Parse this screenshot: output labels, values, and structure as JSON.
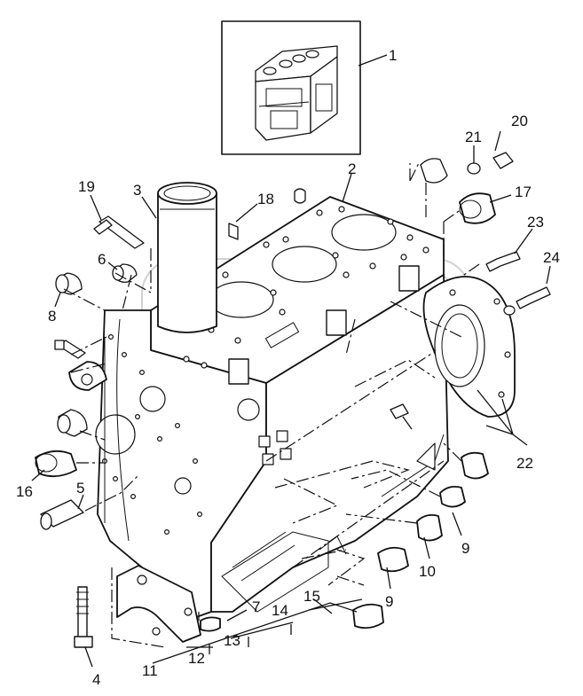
{
  "diagram": {
    "callouts": [
      {
        "n": "1"
      },
      {
        "n": "2"
      },
      {
        "n": "3"
      },
      {
        "n": "4"
      },
      {
        "n": "5"
      },
      {
        "n": "6"
      },
      {
        "n": "7"
      },
      {
        "n": "8"
      },
      {
        "n": "9"
      },
      {
        "n": "9"
      },
      {
        "n": "10"
      },
      {
        "n": "11"
      },
      {
        "n": "12"
      },
      {
        "n": "13"
      },
      {
        "n": "14"
      },
      {
        "n": "15"
      },
      {
        "n": "16"
      },
      {
        "n": "17"
      },
      {
        "n": "18"
      },
      {
        "n": "19"
      },
      {
        "n": "20"
      },
      {
        "n": "21"
      },
      {
        "n": "22"
      },
      {
        "n": "23"
      },
      {
        "n": "24"
      }
    ]
  }
}
